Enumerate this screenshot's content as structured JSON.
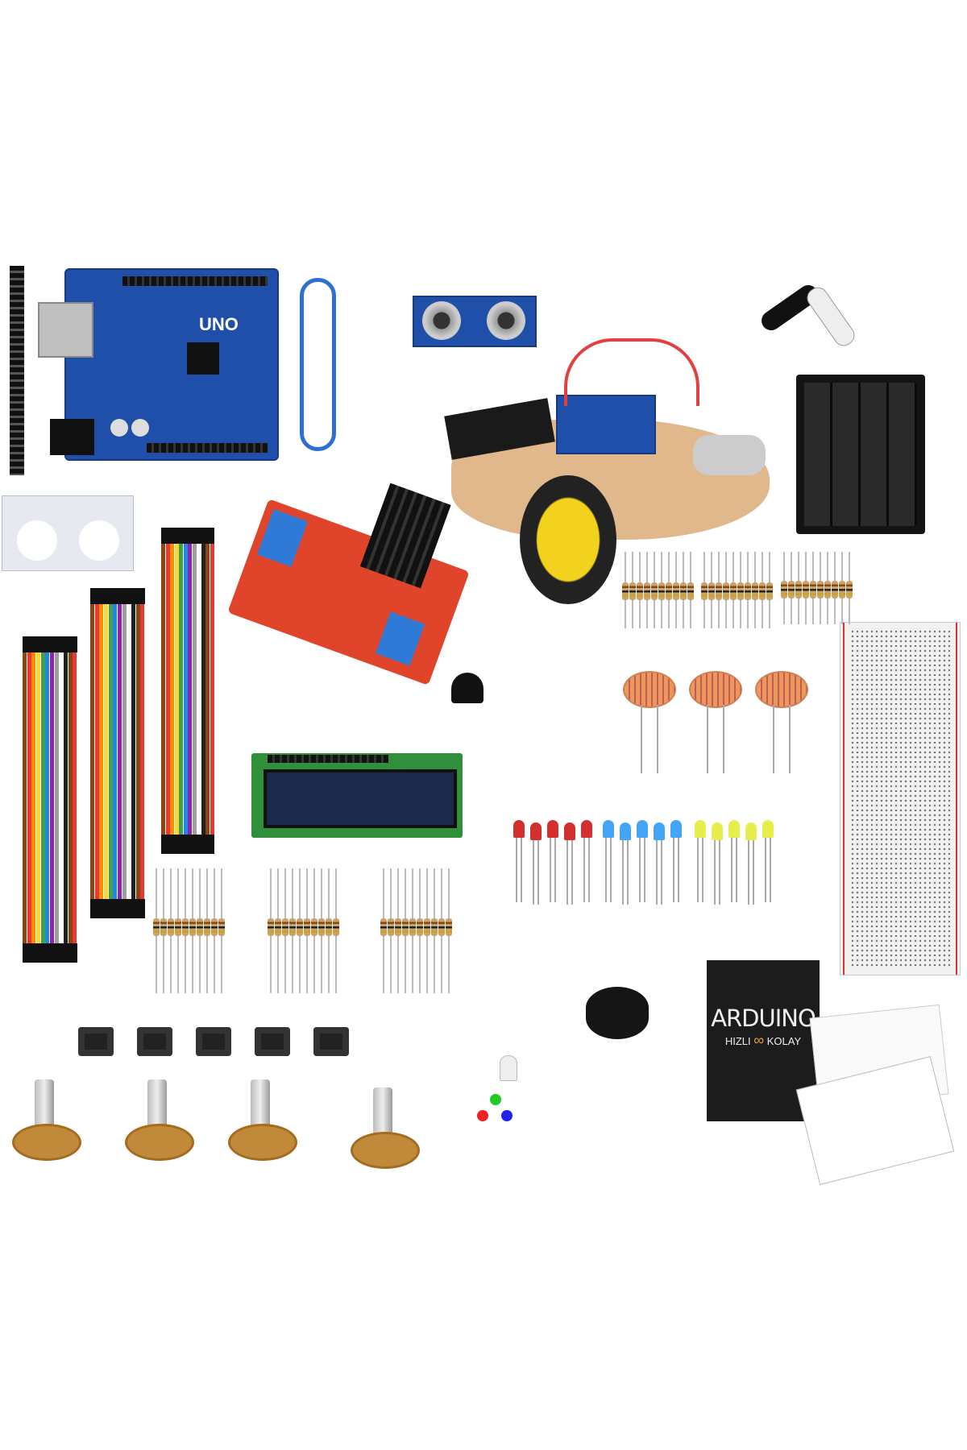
{
  "arduino_board": {
    "label": "UNO"
  },
  "book": {
    "title": "ARDUINO",
    "subtitle_left": "HIZLI",
    "subtitle_right": "KOLAY"
  },
  "colors": {
    "pcb_blue": "#1f4fa8",
    "l298n_red": "#e0452b",
    "wheel_yellow": "#f2d21c",
    "breadboard": "#f1f1f1"
  },
  "leds": {
    "red": 5,
    "blue": 5,
    "yellow": 5
  },
  "counts": {
    "buttons": 5,
    "potentiometers": 4,
    "ldrs": 3
  }
}
